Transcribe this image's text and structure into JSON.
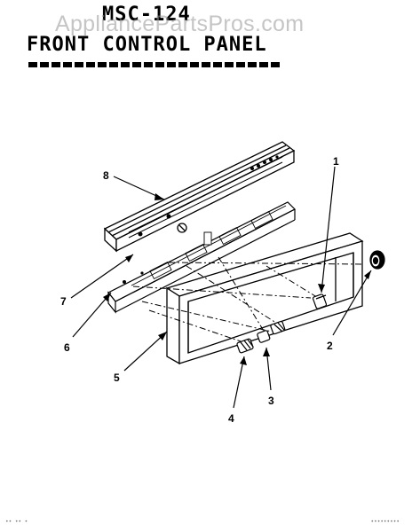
{
  "header": {
    "model": "MSC-124",
    "title": "FRONT CONTROL PANEL"
  },
  "watermark": "AppliancePartsPros.com",
  "callouts": [
    {
      "id": "1",
      "label": "1"
    },
    {
      "id": "2",
      "label": "2"
    },
    {
      "id": "3",
      "label": "3"
    },
    {
      "id": "4",
      "label": "4"
    },
    {
      "id": "5",
      "label": "5"
    },
    {
      "id": "6",
      "label": "6"
    },
    {
      "id": "7",
      "label": "7"
    },
    {
      "id": "8",
      "label": "8"
    }
  ],
  "footer": {
    "left_code": "•• •• •",
    "right_code": "•••••••••"
  }
}
